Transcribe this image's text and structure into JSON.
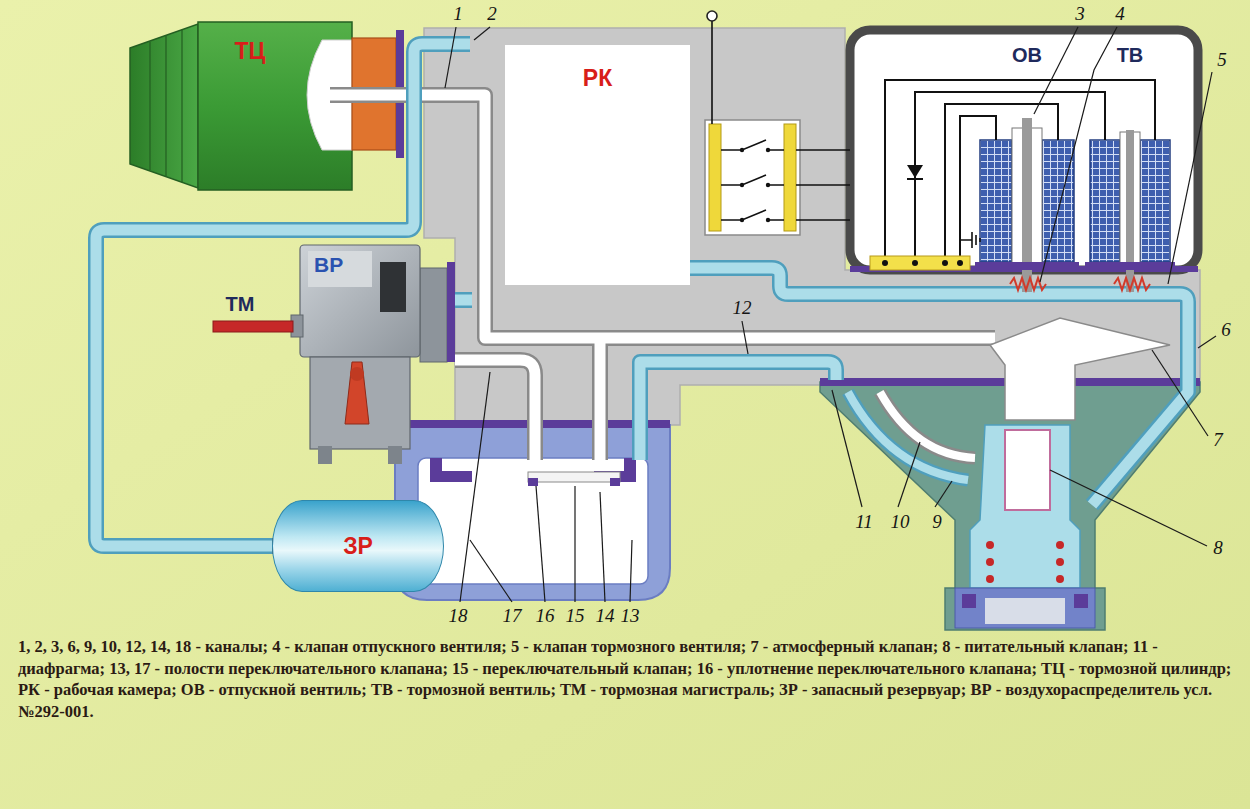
{
  "diagram": {
    "caption": "1, 2, 3, 6, 9, 10, 12, 14, 18 - каналы; 4 - клапан отпускного вентиля; 5 - клапан тормозного вентиля; 7 - атмосферный клапан; 8 - питательный клапан; 11 - диафрагма; 13, 17 - полости переключательного клапана; 15 - переключательный клапан; 16 - уплотнение переключательного клапана; ТЦ - тормозной цилиндр; РК - рабочая камера; ОВ - отпускной вентиль; ТВ - тормозной вентиль; ТМ - тормозная магистраль; ЗР - запасный резервуар; ВР - воздухораспределитель усл. №292-001.",
    "nodes": [
      {
        "text": [
          "ТЦ"
        ]
      },
      {
        "text": [
          "РК"
        ]
      },
      {
        "text": [
          "ВР"
        ]
      },
      {
        "text": [
          "ЗР"
        ]
      }
    ],
    "labels": [
      "ОВ",
      "ТВ",
      "ТМ",
      "1",
      "2",
      "3",
      "4",
      "5",
      "6",
      "7",
      "8",
      "9",
      "10",
      "11",
      "12",
      "13",
      "14",
      "15",
      "16",
      "17",
      "18"
    ]
  }
}
